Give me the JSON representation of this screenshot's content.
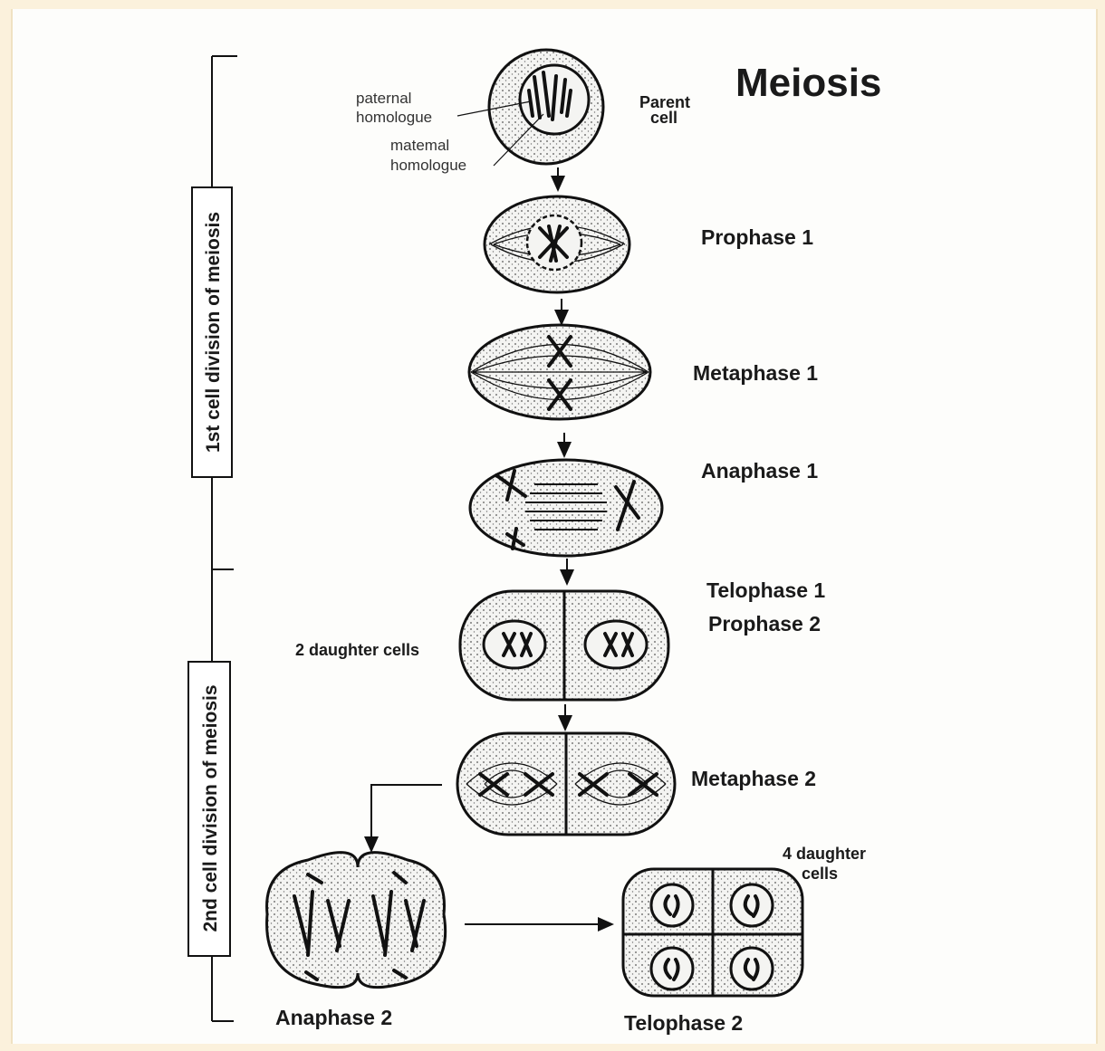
{
  "title": "Meiosis",
  "division_labels": {
    "first": "1st cell division of meiosis",
    "second": "2nd cell division of meiosis"
  },
  "annotations": {
    "paternal": [
      "paternal",
      "homologue"
    ],
    "maternal": [
      "matemal",
      "homologue"
    ],
    "parent": [
      "Parent",
      "cell"
    ],
    "two_daughter": "2 daughter cells",
    "four_daughter": [
      "4 daughter",
      "cells"
    ]
  },
  "stages": {
    "prophase1": "Prophase 1",
    "metaphase1": "Metaphase 1",
    "anaphase1": "Anaphase 1",
    "telophase1": "Telophase 1",
    "prophase2": "Prophase 2",
    "metaphase2": "Metaphase 2",
    "anaphase2": "Anaphase 2",
    "telophase2": "Telophase 2"
  }
}
